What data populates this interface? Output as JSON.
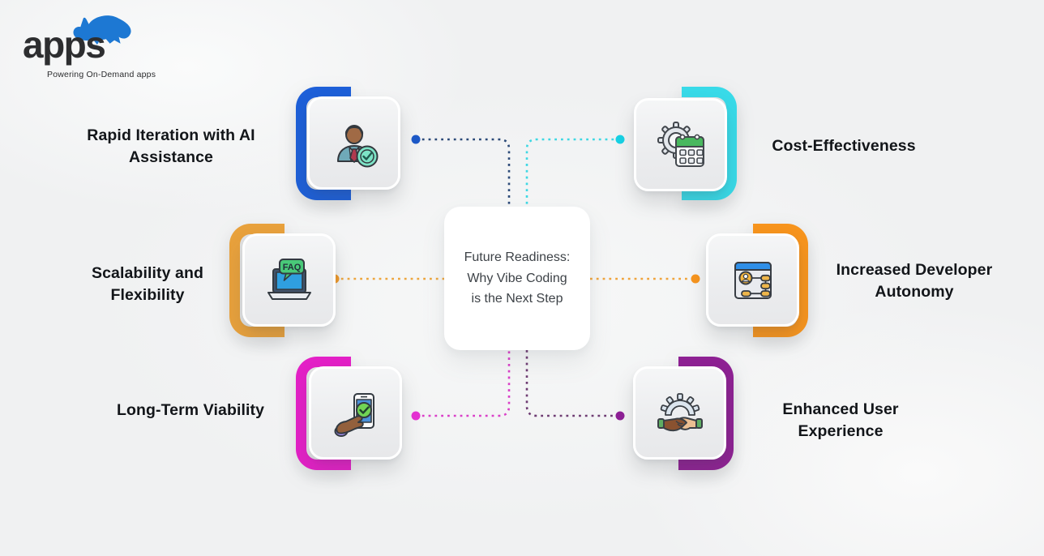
{
  "logo": {
    "brand": "apps",
    "tagline": "Powering On-Demand apps",
    "rhino_color": "#1d78d3"
  },
  "center": {
    "lines": [
      "Future Readiness:",
      "Why Vibe Coding",
      "is the Next Step"
    ]
  },
  "nodes": [
    {
      "label": "Rapid Iteration with AI Assistance",
      "side": "left",
      "accent": "#1D5FD8",
      "line_color": "#2C4A78",
      "dot_color": "#1D59C8",
      "icon": "person-check-badge-icon"
    },
    {
      "label": "Cost-Effectiveness",
      "side": "right",
      "accent": "#38DAE8",
      "line_color": "#3ED8E3",
      "dot_color": "#17D1E4",
      "icon": "gear-calendar-icon"
    },
    {
      "label": "Scalability and Flexibility",
      "side": "left",
      "accent": "#E8A13C",
      "line_color": "#EDA63E",
      "dot_color": "#F09A2B",
      "icon": "laptop-faq-icon"
    },
    {
      "label": "Increased Developer Autonomy",
      "side": "right",
      "accent": "#F7941D",
      "line_color": "#F0A43C",
      "dot_color": "#F7941D",
      "icon": "browser-flowchart-icon"
    },
    {
      "label": "Long-Term Viability",
      "side": "left",
      "accent": "#E320C6",
      "line_color": "#DA3FC8",
      "dot_color": "#E632D3",
      "icon": "hand-phone-check-icon"
    },
    {
      "label": "Enhanced User Experience",
      "side": "right",
      "accent": "#8E2193",
      "line_color": "#6E3B72",
      "dot_color": "#8E1F96",
      "icon": "handshake-gear-icon"
    }
  ],
  "icon_faq_text": "FAQ"
}
